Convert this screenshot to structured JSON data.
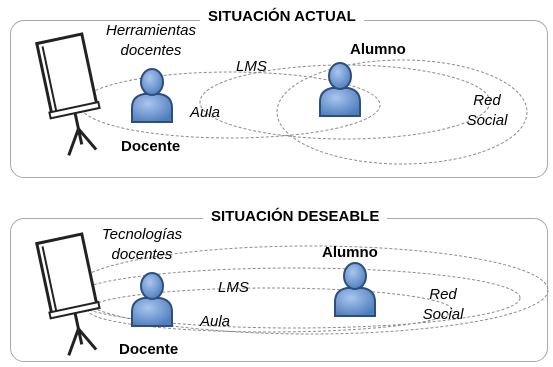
{
  "actual": {
    "title": "SITUACIÓN ACTUAL",
    "tools": [
      "Herramientas",
      "docentes"
    ],
    "lms": "LMS",
    "aula": "Aula",
    "red": [
      "Red",
      "Social"
    ],
    "alumno": "Alumno",
    "docente": "Docente"
  },
  "deseable": {
    "title": "SITUACIÓN DESEABLE",
    "tools": [
      "Tecnologías",
      "docentes"
    ],
    "lms": "LMS",
    "aula": "Aula",
    "red": [
      "Red",
      "Social"
    ],
    "alumno": "Alumno",
    "docente": "Docente"
  },
  "colors": {
    "person_fill": "#5b87c5",
    "person_stroke": "#2d4f7c",
    "border": "#a9a9a9",
    "ellipse": "#8c8c8c"
  }
}
